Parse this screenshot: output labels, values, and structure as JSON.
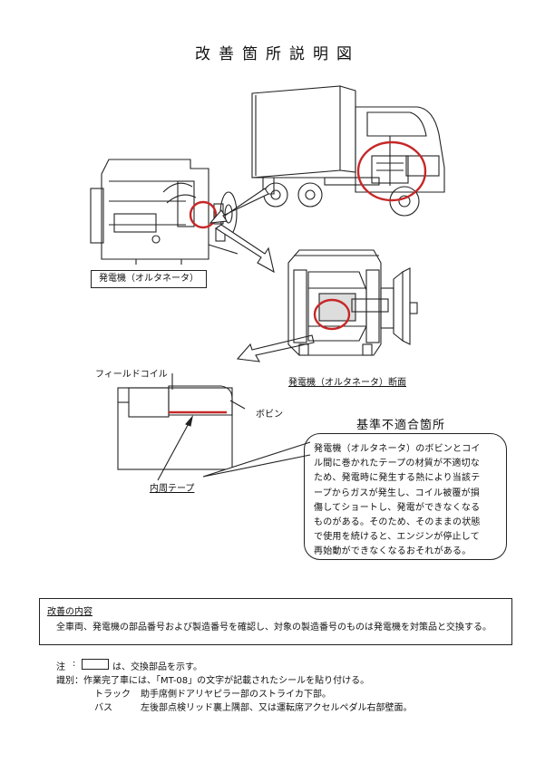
{
  "title": "改善箇所説明図",
  "labels": {
    "alternator": "発電機（オルタネータ）",
    "alternator_section": "発電機（オルタネータ）断面",
    "field_coil": "フィールドコイル",
    "bobbin": "ボビン",
    "inner_tape": "内周テープ"
  },
  "nonconformity": {
    "heading": "基準不適合箇所",
    "lines": [
      "発電機（オルタネータ）のボビンとコイ",
      "ル間に巻かれたテープの材質が不適切な",
      "ため、発電時に発生する熱により当該テ",
      "ープからガスが発生し、コイル被覆が損",
      "傷してショートし、発電ができなくなる",
      "ものがある。そのため、そのままの状態",
      "で使用を続けると、エンジンが停止して",
      "再始動ができなくなるおそれがある。"
    ]
  },
  "improvement": {
    "title": "改善の内容",
    "text": "全車両、発電機の部品番号および製造番号を確認し、対象の製造番号のものは発電機を対策品と交換する。"
  },
  "notes": {
    "note_label": "注",
    "note_text": "は、交換部品を示す。",
    "ident_line": "識別：作業完了車には、「MT-08」の文字が記載されたシールを貼り付ける。",
    "truck_label": "トラック",
    "truck_text": "助手席側ドアリヤピラー部のストライカ下部。",
    "bus_label": "バス",
    "bus_text": "左後部点検リッド裏上隅部、又は運転席アクセルペダル右部壁面。"
  }
}
